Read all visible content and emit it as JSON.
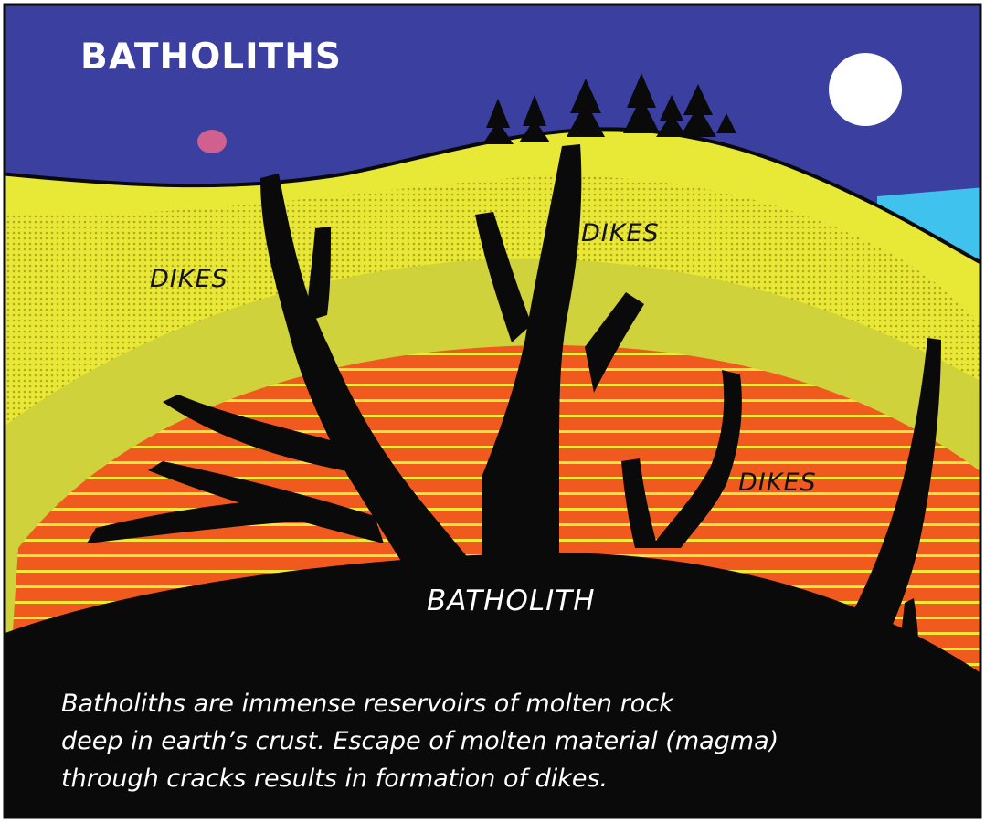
{
  "title": "BATHOLITHS",
  "labels": {
    "dikes_left": "DIKES",
    "dikes_top": "DIKES",
    "dikes_right": "DIKES",
    "batholith": "BATHOLITH"
  },
  "caption": {
    "line1": "Batholiths are immense reservoirs of molten rock",
    "line2": "deep in earth’s crust. Escape of molten material (magma)",
    "line3": "through cracks results in formation of dikes."
  },
  "colors": {
    "sky": "#3a3fa0",
    "upper_layer": "#e8e836",
    "dotted_layer": "#c9c92c",
    "middle_layer": "#cfd23a",
    "magma": "#f05a1e",
    "magma_stripe": "#f2e83a",
    "batholith": "#0a0a0a",
    "moon": "#ffffff",
    "water": "#3fc2ee",
    "title_text": "#ffffff"
  }
}
